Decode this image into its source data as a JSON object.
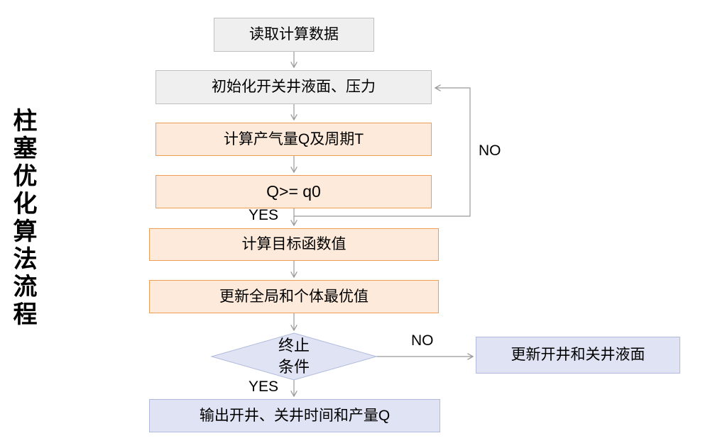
{
  "title": {
    "text": "柱塞优化算法流程"
  },
  "nodes": {
    "read": {
      "label": "读取计算数据"
    },
    "init": {
      "label": "初始化开关井液面、压力"
    },
    "calc_q": {
      "label": "计算产气量Q及周期T"
    },
    "q_check": {
      "label": "Q>= q0"
    },
    "objective": {
      "label": "计算目标函数值"
    },
    "update_best": {
      "label": "更新全局和个体最优值"
    },
    "terminate": {
      "line1": "终止",
      "line2": "条件"
    },
    "update_levels": {
      "label": "更新开井和关井液面"
    },
    "output": {
      "label": "输出开井、关井时间和产量Q"
    }
  },
  "labels": {
    "yes_branch": "YES",
    "no_branch": "NO",
    "yes_exit": "YES",
    "no_exit": "NO"
  },
  "colors": {
    "gray_fill": "#efefef",
    "gray_border": "#c0c0c0",
    "orange_fill": "#fdeada",
    "orange_border": "#ed9e54",
    "blue_fill": "#dfe3f3",
    "blue_border": "#b1badd",
    "line_color": "#999999",
    "text_color": "#000000"
  }
}
